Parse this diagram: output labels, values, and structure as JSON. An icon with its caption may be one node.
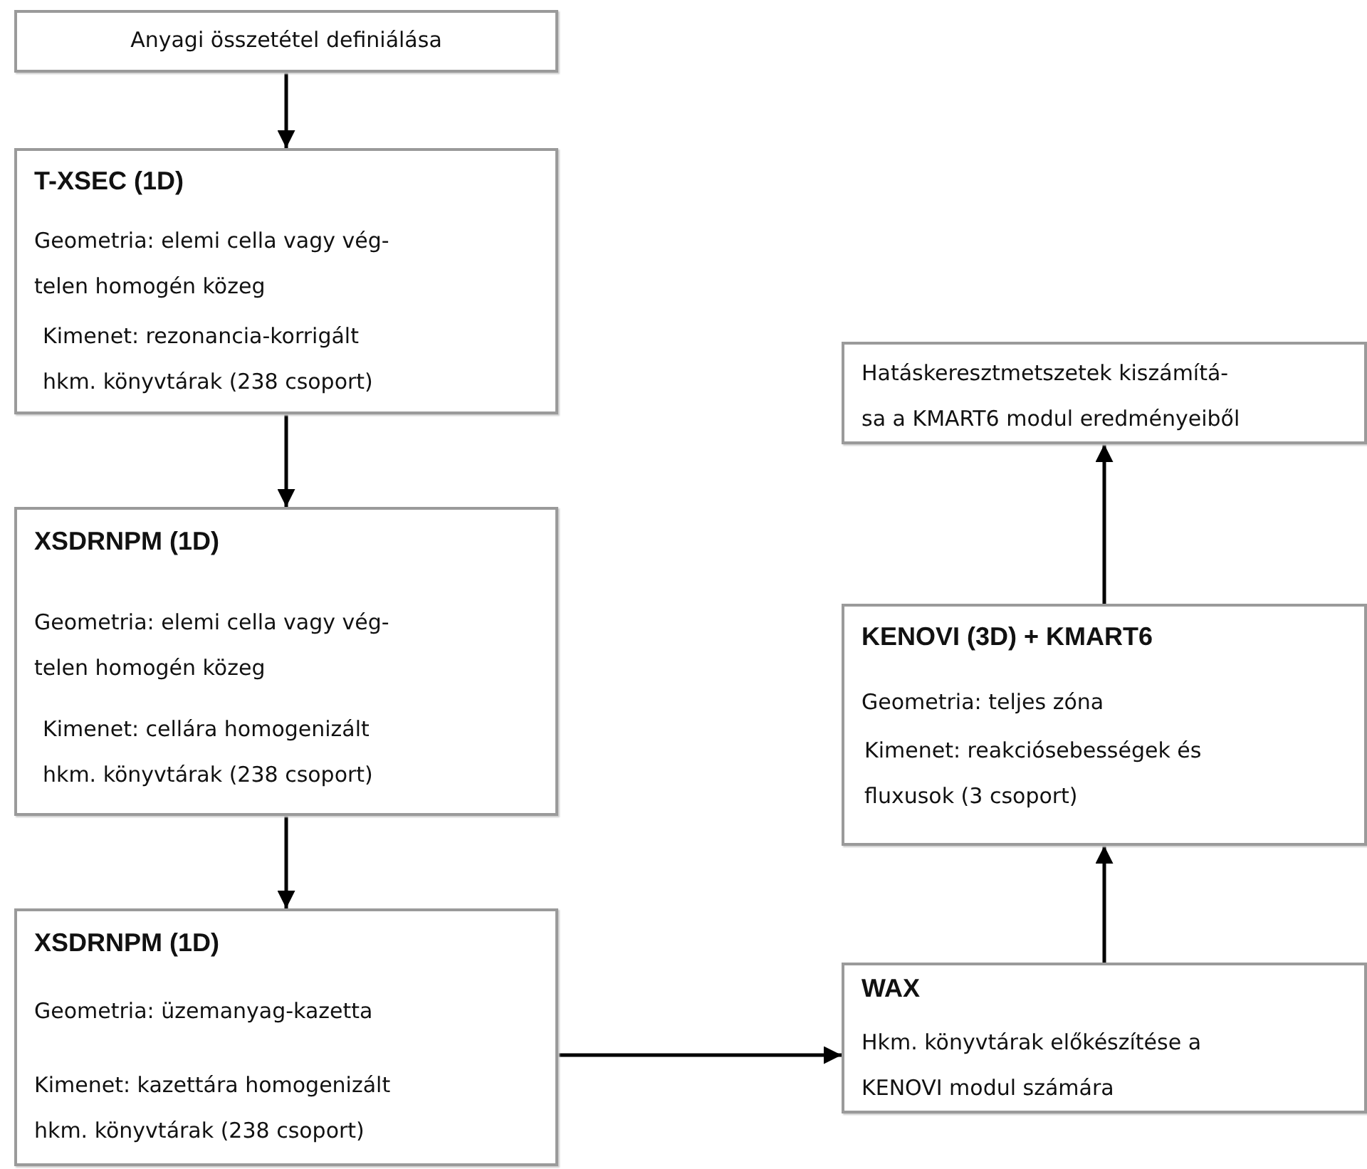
{
  "diagram": {
    "nodes": [
      {
        "text": [
          "Anyagi összetétel definiálása"
        ]
      },
      {
        "text": [
          "T-XSEC (1D)",
          "Geometria: elemi cella vagy vég- telen homogén közeg",
          "Kimenet: rezonancia-korrigált hkm. könyvtárak (238 csoport)"
        ]
      },
      {
        "text": [
          "XSDRNPM (1D)",
          "Geometria: elemi cella vagy vég- telen homogén közeg",
          "Kimenet: cellára homogenizált hkm. könyvtárak (238 csoport)"
        ]
      },
      {
        "text": [
          "XSDRNPM (1D)",
          "Geometria: üzemanyag-kazetta",
          "Kimenet: kazettára homogenizált hkm. könyvtárak (238 csoport)"
        ]
      },
      {
        "text": [
          "Hatáskeresztmetszetek kiszámítá- sa a KMART6 modul eredményeiből"
        ]
      },
      {
        "text": [
          "KENOVI (3D) + KMART6",
          "Geometria: teljes zóna",
          "Kimenet: reakciósebességek és fluxusok (3 csoport)"
        ]
      },
      {
        "text": [
          "WAX",
          "Hkm. könyvtárak előkészítése a KENOVI modul számára"
        ]
      }
    ],
    "edges": [
      {
        "from": 0,
        "to": 1,
        "arrow": "to"
      },
      {
        "from": 1,
        "to": 2,
        "arrow": "to"
      },
      {
        "from": 2,
        "to": 3,
        "arrow": "to"
      },
      {
        "from": 3,
        "to": 6,
        "arrow": "to"
      },
      {
        "from": 6,
        "to": 5,
        "arrow": "to"
      },
      {
        "from": 5,
        "to": 4,
        "arrow": "to"
      }
    ]
  }
}
